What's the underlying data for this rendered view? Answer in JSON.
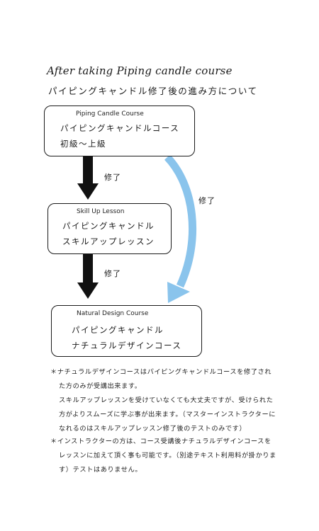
{
  "header": {
    "script_title": "After taking Piping candle course",
    "jp_title": "パイピングキャンドル修了後の進み方について"
  },
  "courses": [
    {
      "en": "Piping Candle Course",
      "jp_lines": [
        "パイピングキャンドルコース",
        "初級～上級"
      ]
    },
    {
      "en": "Skill Up Lesson",
      "jp_lines": [
        "パイピングキャンドル",
        "スキルアップレッスン"
      ]
    },
    {
      "en": "Natural Design Course",
      "jp_lines": [
        "パイピングキャンドル",
        "ナチュラルデザインコース"
      ]
    }
  ],
  "arrows": {
    "label_1": "修了",
    "label_2": "修了",
    "label_curve": "修了",
    "colors": {
      "solid": "#111111",
      "curve": "#8ac4ec"
    }
  },
  "notes": [
    {
      "lines": [
        "＊ナチュラルデザインコースはパイピングキャンドルコースを修了され",
        "た方のみが受講出来ます。",
        "スキルアップレッスンを受けていなくても大丈夫ですが、受けられた",
        "方がよりスムーズに学ぶ事が出来ます。（マスターインストラクターに",
        "なれるのはスキルアップレッスン修了後のテストのみです）"
      ]
    },
    {
      "lines": [
        "＊インストラクターの方は、コース受講後ナチュラルデザインコースを",
        "レッスンに加えて頂く事も可能です。（別途テキスト利用料が掛かりま",
        "す）テストはありません。"
      ]
    }
  ]
}
